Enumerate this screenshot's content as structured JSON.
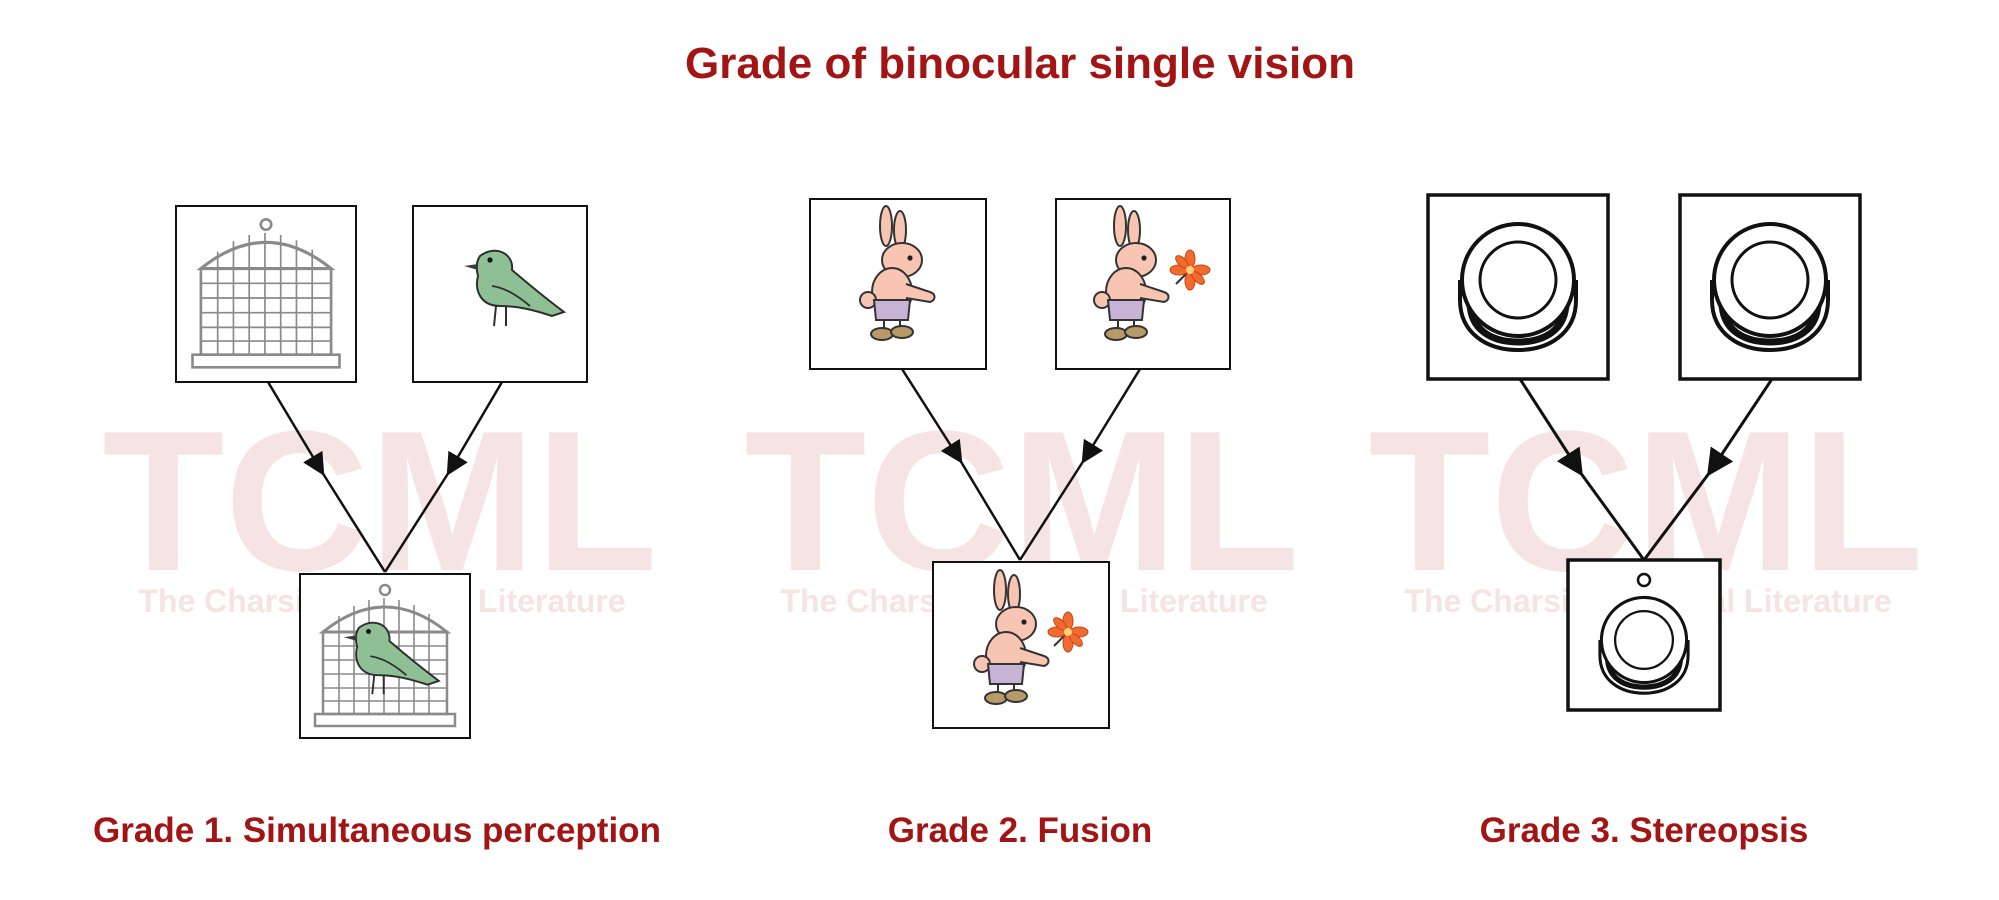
{
  "title": "Grade of binocular single vision",
  "colors": {
    "title": "#a31515",
    "watermark": "#f6e3e3",
    "line": "#111111",
    "bird": "#8fbf94",
    "rabbit": "#f7c5b2",
    "flower": "#f26a2e"
  },
  "watermark": {
    "mark": "TCML",
    "subtitle": "The Charsi of Medical Literature"
  },
  "panels": [
    {
      "label": "Grade 1. Simultaneous perception",
      "left_image": "birdcage-icon",
      "right_image": "bird-icon",
      "result_image": "bird-in-cage-icon"
    },
    {
      "label": "Grade 2. Fusion",
      "left_image": "rabbit-icon",
      "right_image": "rabbit-with-flower-icon",
      "result_image": "rabbit-with-flower-icon"
    },
    {
      "label": "Grade 3. Stereopsis",
      "left_image": "bucket-ring-icon",
      "right_image": "bucket-ring-icon",
      "result_image": "bucket-with-handle-icon"
    }
  ]
}
